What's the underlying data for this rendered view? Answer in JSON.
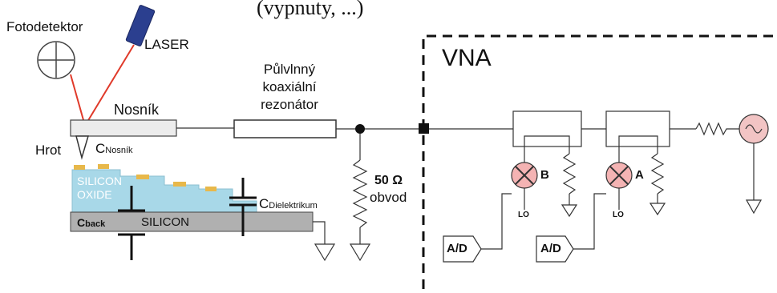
{
  "header_fragment": "(vypnuty, ...)",
  "labels": {
    "fotodetektor": "Fotodetektor",
    "laser": "LASER",
    "nosnik": "Nosník",
    "hrot": "Hrot",
    "c_nosnik_main": "C",
    "c_nosnik_sub": "Nosník",
    "resonator": [
      "Půlvlnný",
      "koaxiální",
      "rezonátor"
    ],
    "silicon_oxide": [
      "SILICON",
      "OXIDE"
    ],
    "silicon": "SILICON",
    "c_back_main": "C",
    "c_back_sub": "back",
    "c_diel_main": "C",
    "c_diel_sub": "Dielektrikum",
    "ohm_value": "50 Ω",
    "ohm_text": "obvod",
    "vna": "VNA",
    "mixer_b": "B",
    "mixer_a": "A",
    "lo_1": "LO",
    "lo_2": "LO",
    "ad_1": "A/D",
    "ad_2": "A/D"
  },
  "colors": {
    "beam": "#e03a2a",
    "oxide": "#a8d8e8",
    "silicon": "#b0b0b0",
    "cantilever": "#ececec",
    "pads": "#e8b84a",
    "source": "#d98c8c",
    "laser_body": "#2b3f8f"
  }
}
